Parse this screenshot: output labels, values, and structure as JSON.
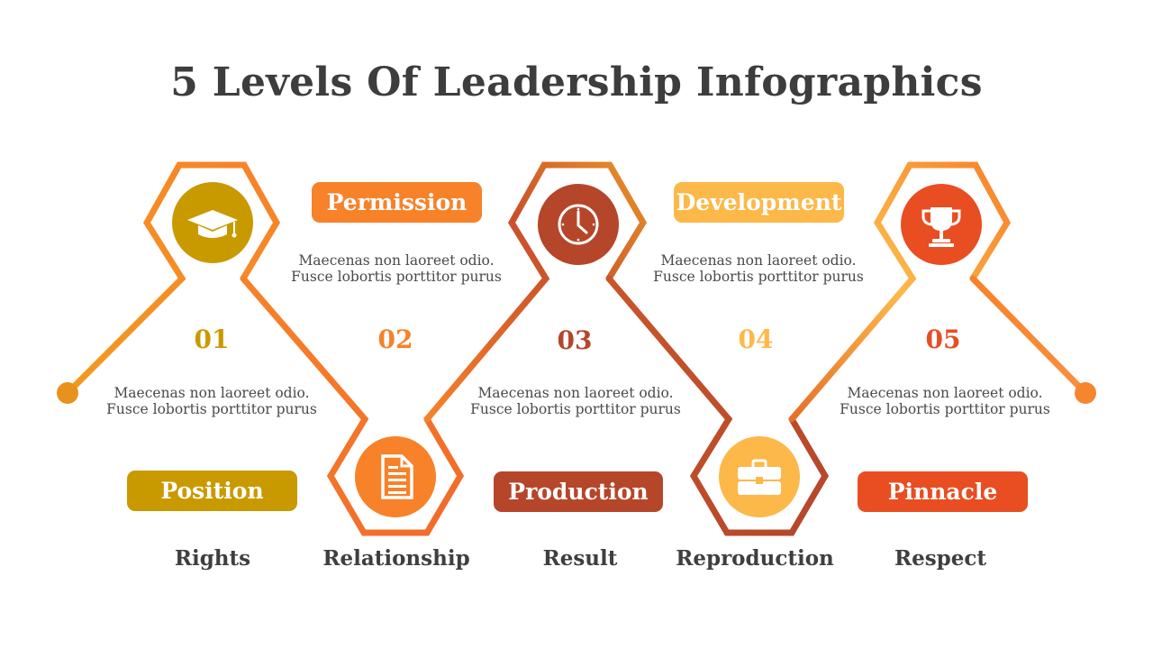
{
  "title": "5 Levels Of Leadership Infographics",
  "colors": {
    "gold": "#C99A00",
    "orange": "#F7822A",
    "rust": "#B5462A",
    "yellow": "#FDB84A",
    "red": "#E84E22",
    "text": "#3f3f3f"
  },
  "levels": [
    {
      "number": "01",
      "label": "Position",
      "subtitle": "Rights",
      "icon": "graduation-cap-icon",
      "desc_line1": "Maecenas non laoreet odio.",
      "desc_line2": "Fusce lobortis porttitor purus"
    },
    {
      "number": "02",
      "label": "Permission",
      "subtitle": "Relationship",
      "icon": "document-icon",
      "desc_line1": "Maecenas non laoreet odio.",
      "desc_line2": "Fusce lobortis porttitor purus"
    },
    {
      "number": "03",
      "label": "Production",
      "subtitle": "Result",
      "icon": "clock-icon",
      "desc_line1": "Maecenas non laoreet odio.",
      "desc_line2": "Fusce lobortis porttitor purus"
    },
    {
      "number": "04",
      "label": "Development",
      "subtitle": "Reproduction",
      "icon": "briefcase-icon",
      "desc_line1": "Maecenas non laoreet odio.",
      "desc_line2": "Fusce lobortis porttitor purus"
    },
    {
      "number": "05",
      "label": "Pinnacle",
      "subtitle": "Respect",
      "icon": "trophy-icon",
      "desc_line1": "Maecenas non laoreet odio.",
      "desc_line2": "Fusce lobortis porttitor purus"
    }
  ]
}
